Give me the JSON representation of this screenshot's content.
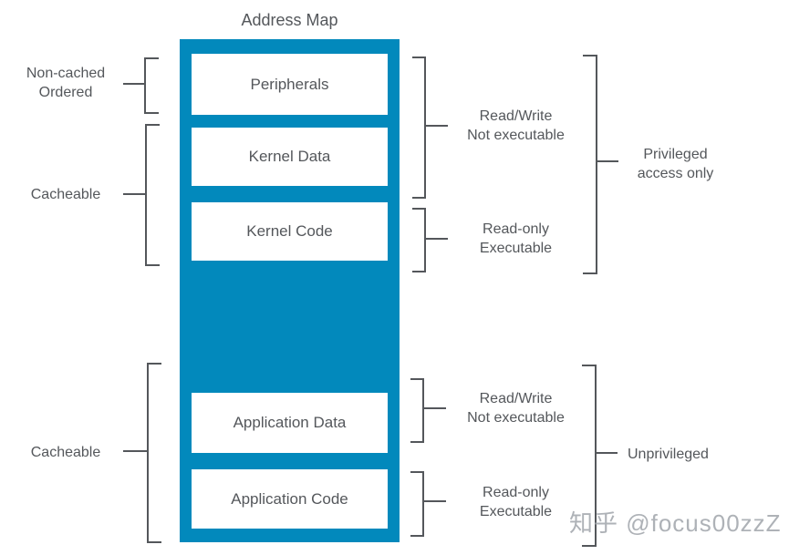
{
  "colors": {
    "column_fill": "#0289bc",
    "block_fill": "#ffffff",
    "line": "#54575b",
    "text": "#54575b",
    "watermark": "#a6aab0",
    "background": "#ffffff"
  },
  "diagram": {
    "title": "Address Map",
    "column": {
      "blocks": [
        "Peripherals",
        "Kernel Data",
        "Kernel Code",
        "Application Data",
        "Application Code"
      ]
    },
    "left_annotations": {
      "non_cached": {
        "line1": "Non-cached",
        "line2": "Ordered"
      },
      "cacheable_top": "Cacheable",
      "cacheable_bottom": "Cacheable"
    },
    "right_annotations": {
      "kernel_data_perms": {
        "line1": "Read/Write",
        "line2": "Not executable"
      },
      "kernel_code_perms": {
        "line1": "Read-only",
        "line2": "Executable"
      },
      "privileged": {
        "line1": "Privileged",
        "line2": "access only"
      },
      "app_data_perms": {
        "line1": "Read/Write",
        "line2": "Not executable"
      },
      "app_code_perms": {
        "line1": "Read-only",
        "line2": "Executable"
      },
      "unprivileged": "Unprivileged"
    },
    "watermark": "知乎 @focus00zzZ"
  }
}
